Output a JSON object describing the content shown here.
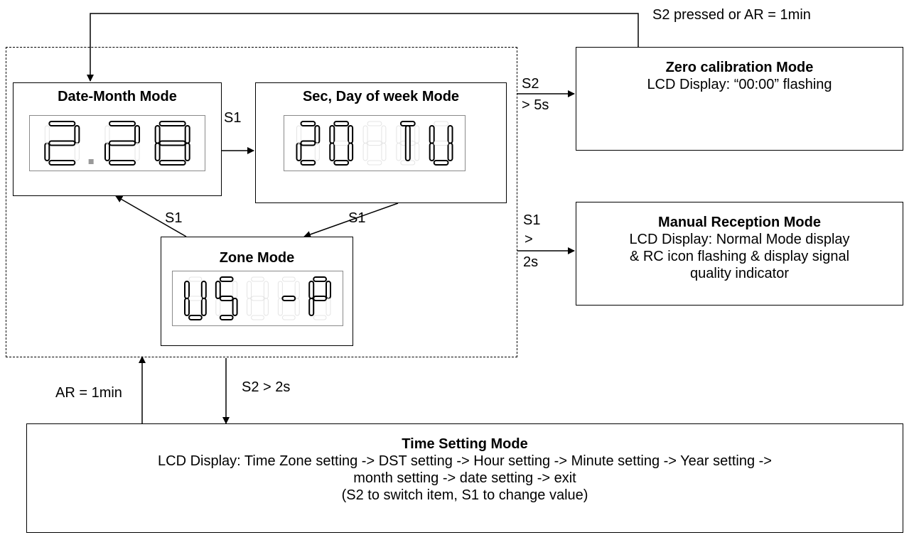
{
  "modes": {
    "date_month": {
      "title": "Date-Month Mode",
      "lcd": "2.28"
    },
    "sec_day": {
      "title": "Sec, Day of week  Mode",
      "lcd": "20 TU"
    },
    "zone": {
      "title": "Zone Mode",
      "lcd": "US -P"
    },
    "zero_cal": {
      "title": "Zero calibration Mode",
      "desc": "LCD Display: “00:00” flashing"
    },
    "manual_rx": {
      "title": "Manual Reception Mode",
      "desc_lines": [
        "LCD Display: Normal Mode display",
        "& RC icon flashing & display signal",
        "quality indicator"
      ]
    },
    "time_setting": {
      "title": "Time Setting Mode",
      "desc_lines": [
        "LCD Display: Time Zone setting -> DST setting -> Hour setting -> Minute setting -> Year setting ->",
        "month setting -> date setting -> exit",
        "(S2 to switch item, S1 to change value)"
      ]
    }
  },
  "labels": {
    "top_return": "S2 pressed or AR = 1min",
    "s1_date_to_sec": "S1",
    "s1_zone_to_date": "S1",
    "s1_sec_to_zone": "S1",
    "s2_zero": [
      "S2",
      "> 5s"
    ],
    "s1_manual": [
      "S1",
      ">",
      "2s"
    ],
    "ar_return": "AR = 1min",
    "s2_time_setting": "S2 > 2s"
  }
}
